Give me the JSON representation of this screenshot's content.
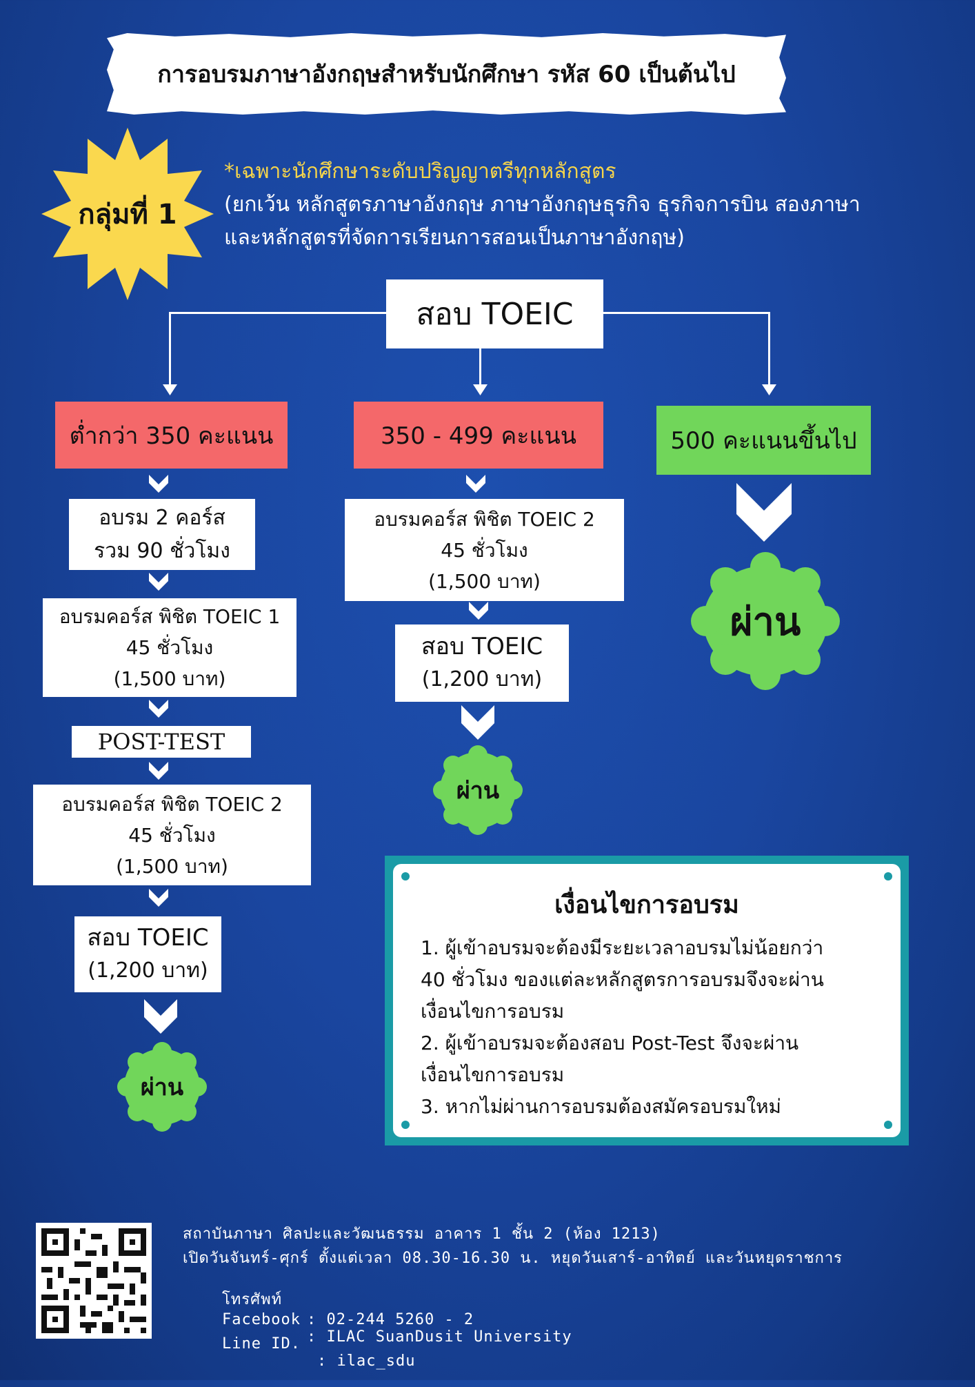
{
  "title": "การอบรมภาษาอังกฤษสำหรับนักศึกษา รหัส 60 เป็นต้นไป",
  "group_badge": "กลุ่มที่ 1",
  "eligibility": {
    "line1": "*เฉพาะนักศึกษาระดับปริญญาตรีทุกหลักสูตร",
    "line2": "(ยกเว้น หลักสูตรภาษาอังกฤษ ภาษาอังกฤษธุรกิจ ธุรกิจการบิน สองภาษา",
    "line3": "และหลักสูตรที่จัดการเรียนการสอนเป็นภาษาอังกฤษ)"
  },
  "root": "สอบ TOEIC",
  "branches": {
    "low": {
      "label": "ต่ำกว่า 350 คะแนน",
      "step1": [
        "อบรม 2 คอร์ส",
        "รวม 90 ชั่วโมง"
      ],
      "step2": [
        "อบรมคอร์ส พิชิต TOEIC 1",
        "45 ชั่วโมง",
        "(1,500 บาท)"
      ],
      "step3": "POST-TEST",
      "step4": [
        "อบรมคอร์ส พิชิต TOEIC 2",
        "45 ชั่วโมง",
        "(1,500 บาท)"
      ],
      "step5": [
        "สอบ TOEIC",
        "(1,200 บาท)"
      ],
      "result": "ผ่าน"
    },
    "mid": {
      "label": "350 - 499 คะแนน",
      "step1": [
        "อบรมคอร์ส พิชิต TOEIC 2",
        "45 ชั่วโมง",
        "(1,500 บาท)"
      ],
      "step2": [
        "สอบ TOEIC",
        "(1,200 บาท)"
      ],
      "result": "ผ่าน"
    },
    "high": {
      "label": "500 คะแนนขึ้นไป",
      "result": "ผ่าน"
    }
  },
  "conditions": {
    "title": "เงื่อนไขการอบรม",
    "items": [
      [
        "1. ผู้เข้าอบรมจะต้องมีระยะเวลาอบรมไม่น้อยกว่า",
        "40 ชั่วโมง ของแต่ละหลักสูตรการอบรมจึงจะผ่าน",
        "เงื่อนไขการอบรม"
      ],
      [
        "2. ผู้เข้าอบรมจะต้องสอบ Post-Test จึงจะผ่าน",
        "เงื่อนไขการอบรม"
      ],
      [
        "3. หากไม่ผ่านการอบรมต้องสมัครอบรมใหม่"
      ]
    ]
  },
  "footer": {
    "address": "สถาบันภาษา ศิลปะและวัฒนธรรม อาคาร 1 ชั้น 2 (ห้อง 1213)",
    "hours": "เปิดวันจันทร์-ศุกร์ ตั้งแต่เวลา 08.30-16.30 น. หยุดวันเสาร์-อาทิตย์ และวันหยุดราชการ",
    "phone_label": "โทรศัพท์",
    "phone": ": 02-244 5260 - 2",
    "facebook_label": "Facebook",
    "facebook": ": ILAC SuanDusit University",
    "line_label": "Line ID.",
    "line": ": ilac_sdu"
  },
  "colors": {
    "background": "#1a46a0",
    "red": "#f4686a",
    "green": "#71d65a",
    "yellow": "#fad84e",
    "teal": "#1a9ba6",
    "eligibility_yellow": "#f7d54a"
  },
  "icons": {
    "qr": "qr-code-icon",
    "star": "starburst-badge-icon",
    "flower": "scalloped-badge-icon"
  }
}
